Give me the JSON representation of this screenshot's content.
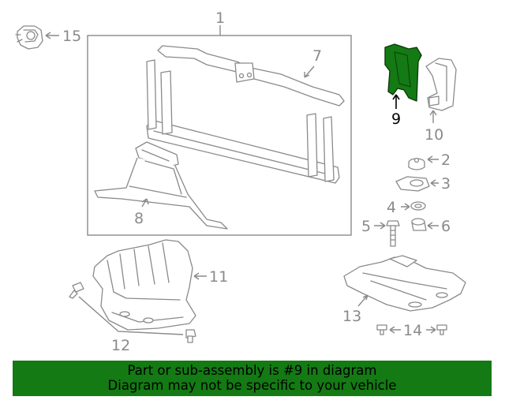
{
  "callouts": {
    "c1": "1",
    "c2": "2",
    "c3": "3",
    "c4": "4",
    "c5": "5",
    "c6": "6",
    "c7": "7",
    "c8": "8",
    "c9": "9",
    "c10": "10",
    "c11": "11",
    "c12": "12",
    "c13": "13",
    "c14": "14",
    "c15": "15"
  },
  "highlight": {
    "part": "9",
    "color": "#147a14"
  },
  "banner": {
    "line1": "Part or sub-assembly is #9 in diagram",
    "line2": "Diagram may not be specific to your vehicle",
    "color": "#147a14"
  }
}
